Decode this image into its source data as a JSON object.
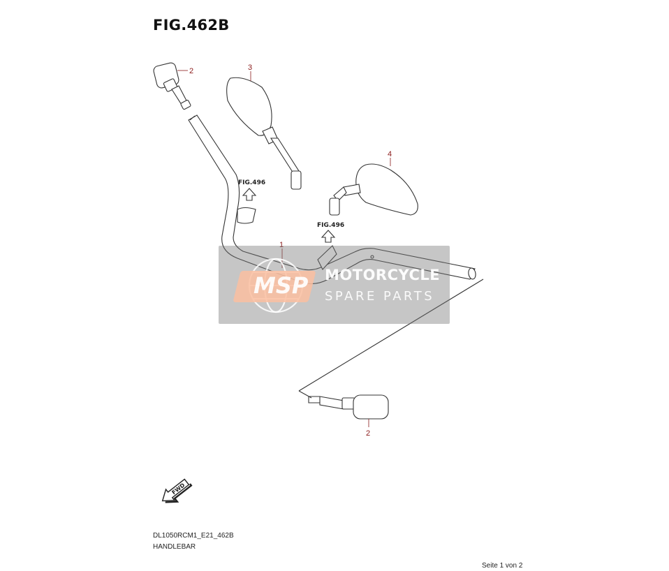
{
  "header": {
    "figure_title": "FIG.462B"
  },
  "callouts": {
    "handlebar": "1",
    "grip_weight_top": "2",
    "grip_weight_bottom": "2",
    "mirror_left": "3",
    "mirror_right": "4"
  },
  "references": {
    "left": "FIG.496",
    "right": "FIG.496"
  },
  "direction_badge": "FWD",
  "footer": {
    "model_code": "DL1050RCM1_E21_462B",
    "assembly_name": "HANDLEBAR",
    "page": "Seite 1 von 2"
  },
  "watermark": {
    "logo_text": "MSP",
    "brand": "MOTORCYCLE",
    "tagline": "SPARE PARTS"
  },
  "colors": {
    "callout_number": "#8b1a1a",
    "line_art": "#333333",
    "watermark_overlay": "#787878",
    "watermark_logo": "#fabea0"
  }
}
